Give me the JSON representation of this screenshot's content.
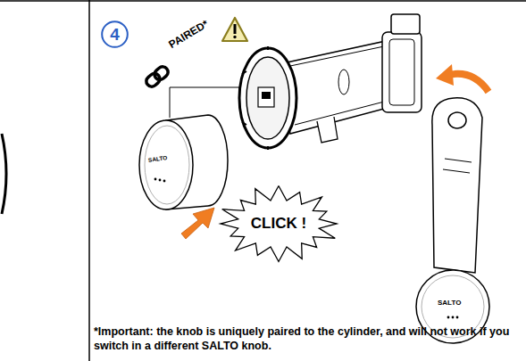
{
  "diagram": {
    "nodes": [
      {
        "text": [
          "4"
        ]
      },
      {
        "text": [
          "CLICK !"
        ]
      }
    ],
    "labels": [
      "PAIRED*",
      "SALTO",
      "SALTO",
      "*Important: the knob is uniquely paired to the cylinder, and will not work if you switch in a different SALTO knob."
    ]
  }
}
